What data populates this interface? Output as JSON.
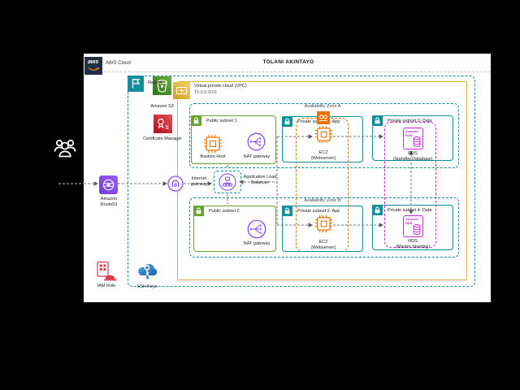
{
  "colors": {
    "page_bg": "#000000",
    "canvas_bg": "#ffffff",
    "teal": "#0e8f9b",
    "green": "#69a32e",
    "gold": "#d9b43b",
    "orange": "#ed7100",
    "purple": "#8c4fff",
    "magenta": "#c925d1",
    "red": "#c7131f",
    "red_outline": "#dd344c",
    "navy": "#232f3e",
    "blue": "#2a6fb8",
    "line": "#777777"
  },
  "header": {
    "title": "TOLANI AKINTAYO",
    "aws_logo": "aws",
    "aws_cloud_label": "AWS Cloud"
  },
  "region": {
    "label": "Region"
  },
  "side_items": {
    "s3": "Amazon S3",
    "certificate_manager": "Certificate Manager",
    "route53": "Amazon Route53",
    "iam_role": "IAM Role",
    "ssh_keys": "SSH Keys"
  },
  "vpc": {
    "label": "Virtual private cloud (VPC)",
    "cidr": "10.0.0.0/16"
  },
  "zones": {
    "a": "Availability Zone A",
    "b": "Availability Zone B"
  },
  "subnets": {
    "public1": {
      "label": "Public subnet 1",
      "bastion": "Bastion Host",
      "nat": "NAT gateway"
    },
    "public2": {
      "label": "Public subnet 2",
      "nat": "NAT gateway"
    },
    "private1": {
      "label": "Private subnet 1: App",
      "name": "EC2",
      "sub": "[Webserver]"
    },
    "private2": {
      "label": "Private subnet 2: App",
      "name": "EC2",
      "sub": "[Webserver]"
    },
    "private3": {
      "label": "Private subnet 3: Data",
      "name": "RDS",
      "sub": "(Standby Database)"
    },
    "private4": {
      "label": "Private subnet 4: Data",
      "name": "RDS",
      "sub": "(Master Standby)"
    }
  },
  "network": {
    "internet_gateway": "Internet gateway",
    "load_balancer": "Application Load Balancer"
  },
  "rds_icon": {
    "line1": "Amazon",
    "line2": "RDS"
  }
}
